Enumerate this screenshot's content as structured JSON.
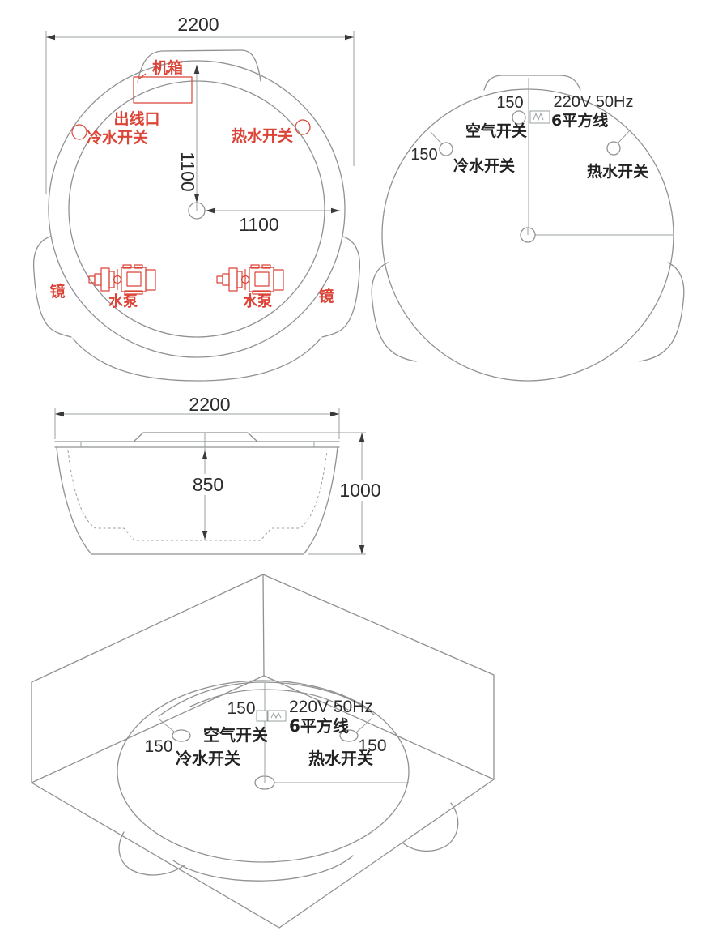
{
  "diagram": {
    "plan": {
      "width": "2200",
      "radius_vertical": "1100",
      "radius_horizontal": "1100",
      "cabinet": "机箱",
      "outlet": "出线口",
      "cold_switch": "冷水开关",
      "hot_switch": "热水开关",
      "pump": "水泵",
      "mirror": "镜"
    },
    "install": {
      "distance_center": "150",
      "power": "220V 50Hz",
      "air_switch": "空气开关",
      "wire": "6平方线",
      "distance_cold": "150",
      "cold_switch": "冷水开关",
      "hot_switch": "热水开关"
    },
    "elevation": {
      "width": "2200",
      "inner_height": "850",
      "total_height": "1000"
    },
    "iso": {
      "distance_center": "150",
      "power": "220V 50Hz",
      "wire": "6平方线",
      "air_switch": "空气开关",
      "distance_cold": "150",
      "cold_switch": "冷水开关",
      "distance_hot": "150",
      "hot_switch": "热水开关"
    }
  }
}
